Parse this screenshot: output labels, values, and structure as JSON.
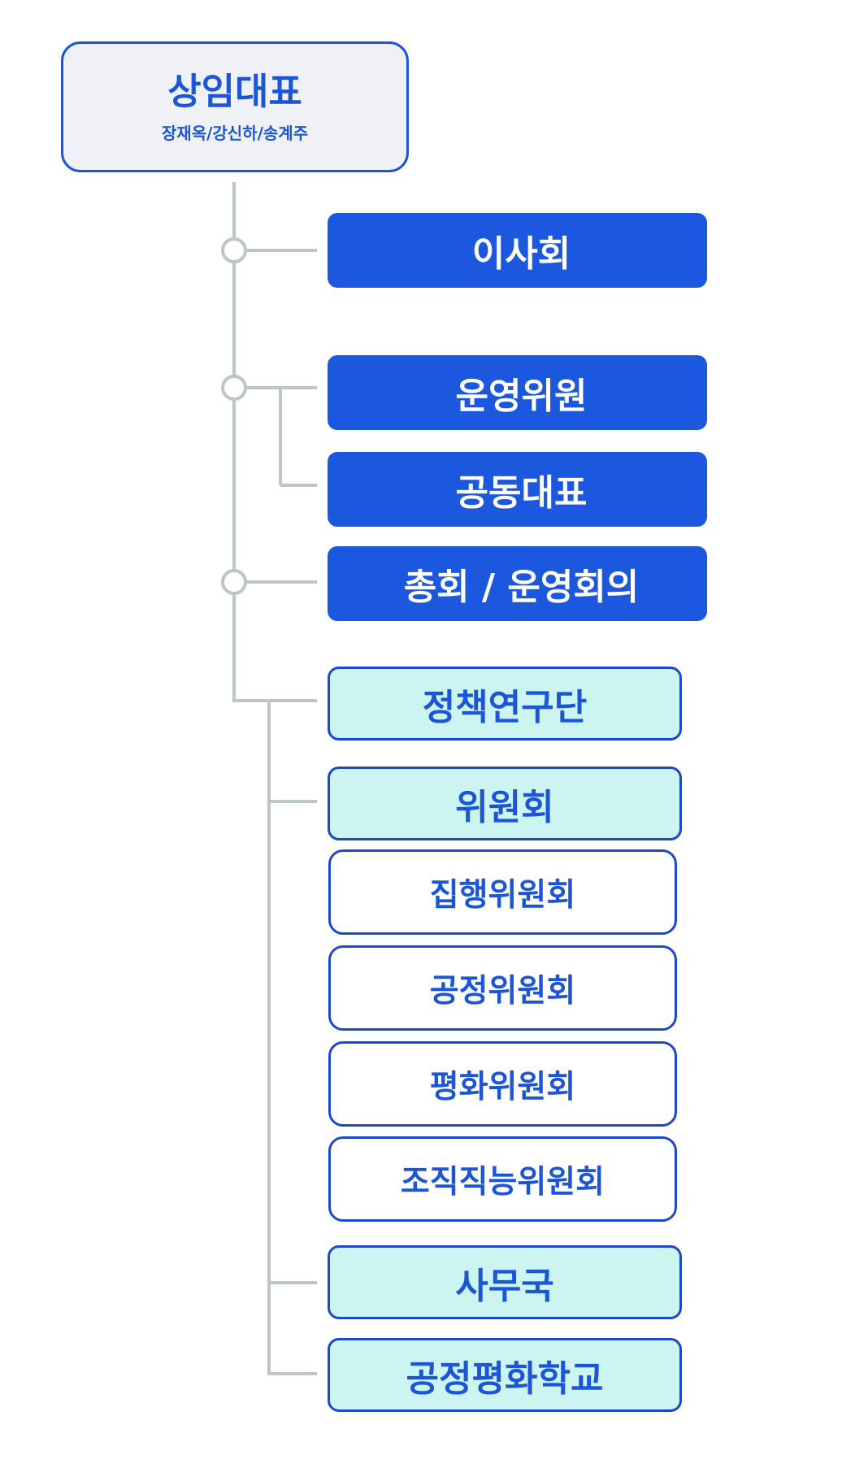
{
  "root": {
    "title": "상임대표",
    "subtitle": "장재옥/강신하/송계주"
  },
  "nodes": {
    "board": "이사회",
    "steering_committee": "운영위원",
    "co_representatives": "공동대표",
    "general_assembly": "총회 / 운영회의",
    "policy_research": "정책연구단",
    "committees": "위원회",
    "executive_committee": "집행위원회",
    "fairness_committee": "공정위원회",
    "peace_committee": "평화위원회",
    "organization_committee": "조직직능위원회",
    "secretariat": "사무국",
    "school": "공정평화학교"
  },
  "colors": {
    "primary_blue": "#1c58dd",
    "border_blue": "#1c49c8",
    "teal_fill": "#ccf5f1",
    "root_fill": "#eff1f5",
    "connector": "#bcc6c3"
  }
}
